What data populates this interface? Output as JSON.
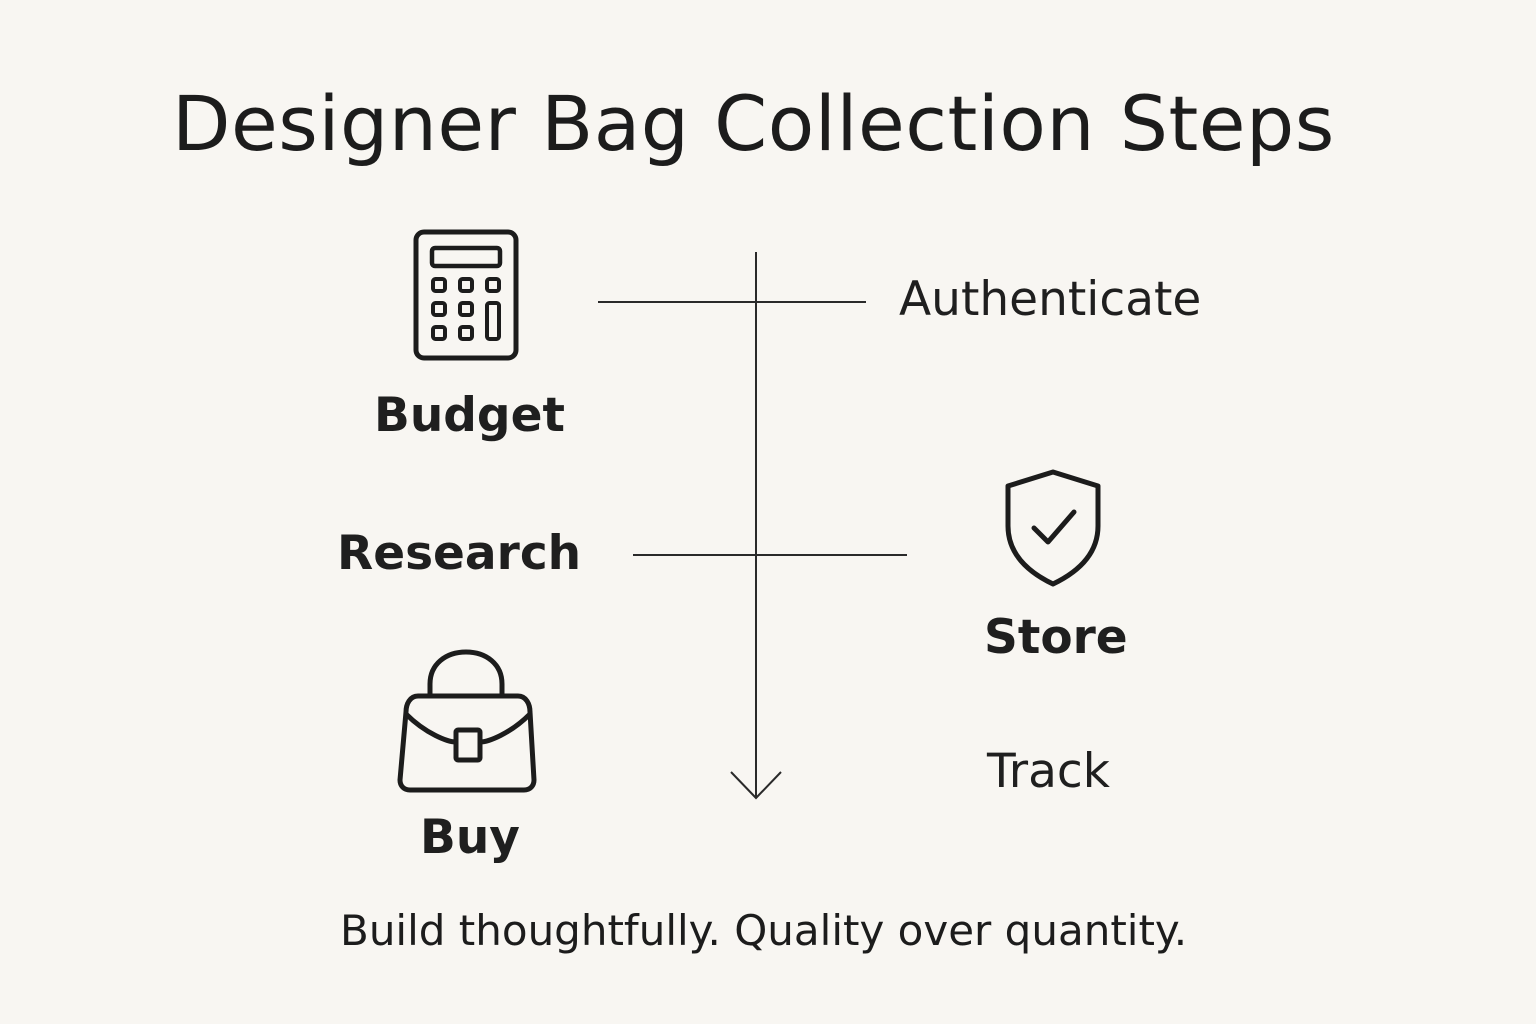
{
  "title": "Designer Bag Collection Steps",
  "steps": {
    "budget": {
      "label": "Budget",
      "icon": "calculator-icon"
    },
    "research": {
      "label": "Research"
    },
    "buy": {
      "label": "Buy",
      "icon": "handbag-icon"
    },
    "authenticate": {
      "label": "Authenticate"
    },
    "store": {
      "label": "Store",
      "icon": "shield-check-icon"
    },
    "track": {
      "label": "Track"
    }
  },
  "footer": "Build thoughtfully. Quality over quantity.",
  "colors": {
    "background": "#f8f6f2",
    "ink": "#1c1c1c"
  }
}
